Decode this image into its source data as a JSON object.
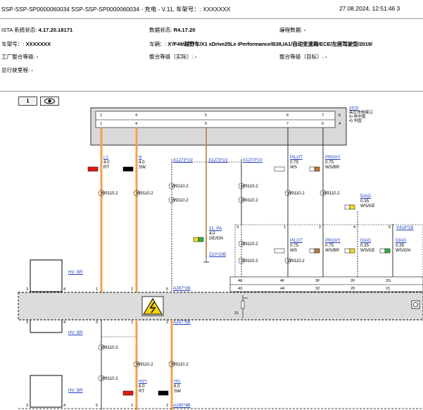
{
  "header": {
    "title": "SSP-SSP-SP0000060034 SSP-SSP-SP0000060034 - 充电 - V.11, 车架号：: XXXXXXX",
    "datetime": "27.08.2024, 12:51:46 3"
  },
  "info": {
    "ista_label": "ISTA 系统状态: ",
    "ista_value": "4.17.20.18171",
    "data_label": "数据状态: ",
    "data_value": "R4.17.20",
    "prog_label": "编程数据: ",
    "prog_value": "-",
    "vin_label": "车架号：: ",
    "vin_value": "XXXXXXX",
    "vehicle_label": "车辆：: ",
    "vehicle_value": "X'/F49/越野车/X1 xDrive25Le iPerformance/B38,IA1/自动变速箱/ECE/左座驾驶型/2019/",
    "factory_label": "工厂整合等级: ",
    "factory_value": "-",
    "actual_label": "整合等级（实际）: ",
    "actual_value": "-",
    "target_label": "整合等级（目标）: ",
    "target_value": "-",
    "mileage_label": "总行驶里程: ",
    "mileage_value": "-"
  },
  "toolbar": {
    "info_button": "i",
    "view_button": "👁"
  },
  "diagram": {
    "connector_x578": {
      "id": "X578",
      "desc1": "高压充电接口",
      "desc2": "6)  非中国",
      "desc3": "4)  中国",
      "row1": [
        "1",
        "4",
        "5",
        "6",
        "7"
      ],
      "row2": [
        "1",
        "4",
        "5",
        "7",
        "6"
      ],
      "side_top": "6",
      "side_bottom": "4"
    },
    "wires": {
      "l1": {
        "name": "L1",
        "size": "4.0",
        "color": "RT"
      },
      "n": {
        "name": "N",
        "size": "4.0",
        "color": "SW"
      },
      "pilot_top": {
        "name": "PILOT",
        "size": "0.75",
        "color": "WS"
      },
      "proxy_top": {
        "name": "PROXY",
        "size": "0.75",
        "color": "WS/BR"
      },
      "pa31": {
        "name": "31_PA",
        "size": "4.0",
        "color": "GE/GN"
      },
      "diag1": {
        "name": "DIAG",
        "size": "0.35",
        "color": "WS/GE"
      },
      "pilot_mid": {
        "name": "PILOT",
        "size": "0.75",
        "color": "WS"
      },
      "proxy_mid": {
        "name": "PROXY",
        "size": "0.75",
        "color": "WS/BR"
      },
      "diag_mid": {
        "name": "DIAG",
        "size": "0.35",
        "color": "WS/GE"
      },
      "diag_mid2": {
        "name": "DIAG",
        "size": "0.35",
        "color": "WS/GN"
      },
      "hvplus": {
        "name": "HV+",
        "size": "6.0",
        "color": "RT"
      },
      "hvminus": {
        "name": "HV-",
        "size": "6.0",
        "color": "SW"
      }
    },
    "splices": {
      "x1273_a": "X1273*1V",
      "x1273_b": "X1273*1V",
      "x1273_c": "X1273*1V",
      "z10": "Z10*20B",
      "x418": "X418*1B",
      "a287_2b": "A287*2B",
      "a287_5b": "A287*5B",
      "a190": "A190*4B"
    },
    "shields": {
      "w1": ": W9110.2",
      "w2": ": W9110.2",
      "w3": ": W9110.2",
      "w4": ": W9110.2",
      "w5": ": W9110.2",
      "w6": ": W9110.2",
      "w7": ": W9110.2",
      "w8": ": W9110.2",
      "w9": ": W9110.2",
      "w10": ": W9110.2",
      "w11": ": W9110.2",
      "w12": ": W9110.2",
      "w13": ": W9110.2",
      "w14": ": W9110.2",
      "w15": ": W9110.2"
    },
    "hvbr_top": "HV_BR",
    "hvbr_mid": "HV_BR",
    "hvbr_bot": "HV_BR",
    "pins": {
      "box_row_top": [
        "4E",
        "4F",
        "3F",
        "2F",
        "2G"
      ],
      "box_row_bottom": [
        "43",
        "44",
        "32",
        "20",
        "21"
      ],
      "mid_pins": [
        "3",
        "1",
        "2",
        "4",
        "5"
      ],
      "bar_top": [
        "3",
        "4",
        "1",
        "2",
        "5"
      ],
      "bar_bottom": [
        "3",
        "4",
        "5",
        "1",
        "2"
      ],
      "bottom_pins": [
        "3",
        "4",
        "5",
        "1",
        "2"
      ],
      "ground": "31"
    },
    "colors": {
      "orange_wire": "#f5a14a",
      "brown_wire": "#b87a3c",
      "red": "#e01818",
      "black": "#000000",
      "yellow": "#f3df1c",
      "green": "#2fb83a",
      "connector_fill": "#d9d9d9",
      "module_fill": "#dcdcdc"
    }
  }
}
